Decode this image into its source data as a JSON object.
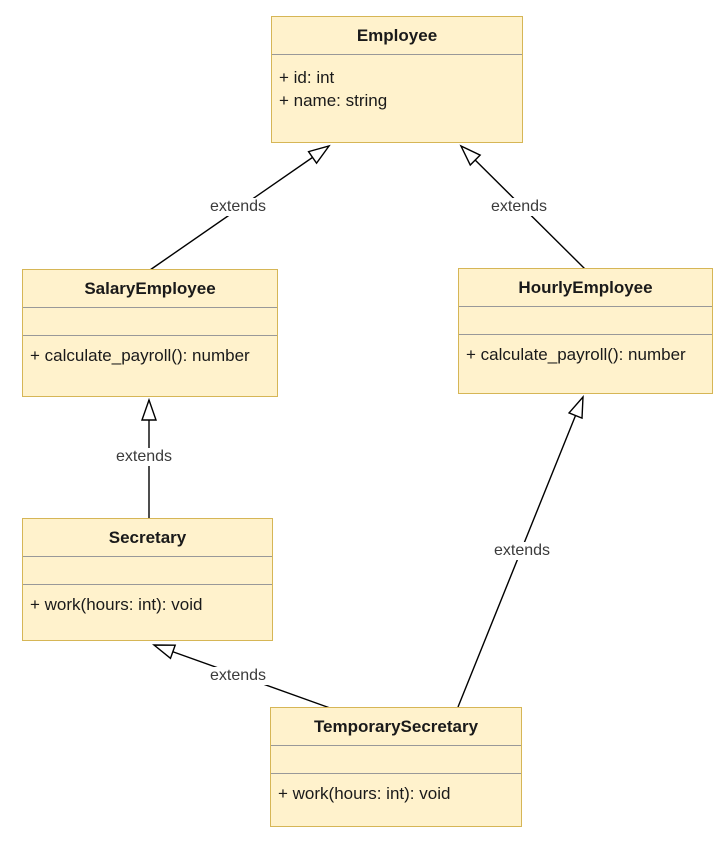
{
  "diagram_type": "uml-class-diagram",
  "colors": {
    "background": "#ffffff",
    "box_fill": "#fff2cc",
    "box_border": "#d6b656",
    "divider": "#999999",
    "arrow": "#000000",
    "class_text": "#1a1a1a",
    "label_text": "#3b3b3b"
  },
  "classes": {
    "employee": {
      "name": "Employee",
      "attributes": [
        "+ id: int",
        "+ name: string"
      ],
      "methods": []
    },
    "salary_employee": {
      "name": "SalaryEmployee",
      "attributes": [],
      "methods": [
        "+ calculate_payroll(): number"
      ]
    },
    "hourly_employee": {
      "name": "HourlyEmployee",
      "attributes": [],
      "methods": [
        "+ calculate_payroll(): number"
      ]
    },
    "secretary": {
      "name": "Secretary",
      "attributes": [],
      "methods": [
        "+ work(hours: int): void"
      ]
    },
    "temporary_secretary": {
      "name": "TemporarySecretary",
      "attributes": [],
      "methods": [
        "+ work(hours: int): void"
      ]
    }
  },
  "relationships": [
    {
      "from": "SalaryEmployee",
      "to": "Employee",
      "label": "extends",
      "arrow": "hollow-triangle"
    },
    {
      "from": "HourlyEmployee",
      "to": "Employee",
      "label": "extends",
      "arrow": "hollow-triangle"
    },
    {
      "from": "Secretary",
      "to": "SalaryEmployee",
      "label": "extends",
      "arrow": "hollow-triangle"
    },
    {
      "from": "TemporarySecretary",
      "to": "Secretary",
      "label": "extends",
      "arrow": "hollow-triangle"
    },
    {
      "from": "TemporarySecretary",
      "to": "HourlyEmployee",
      "label": "extends",
      "arrow": "hollow-triangle"
    }
  ]
}
